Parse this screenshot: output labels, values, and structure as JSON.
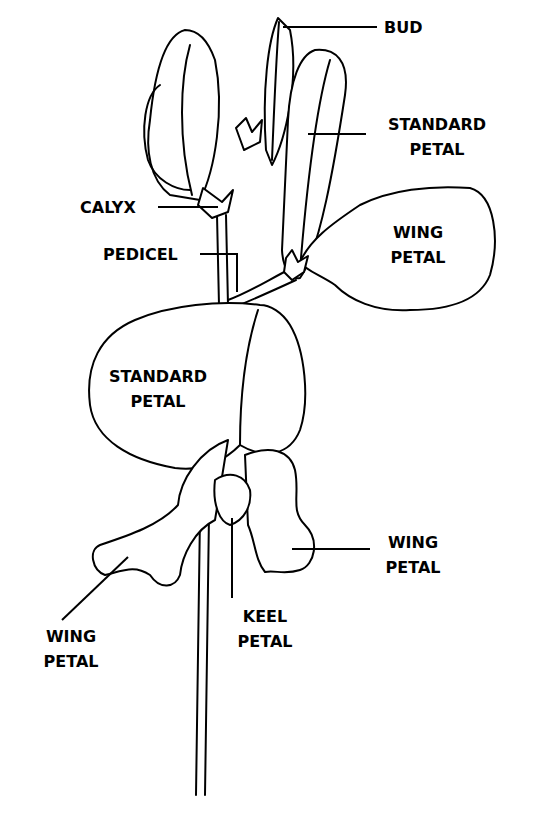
{
  "diagram": {
    "labels": [
      "BUD",
      "STANDARD PETAL",
      "CALYX",
      "WING PETAL",
      "PEDICEL",
      "STANDARD PETAL",
      "WING PETAL",
      "KEEL PETAL",
      "WING PETAL"
    ]
  }
}
